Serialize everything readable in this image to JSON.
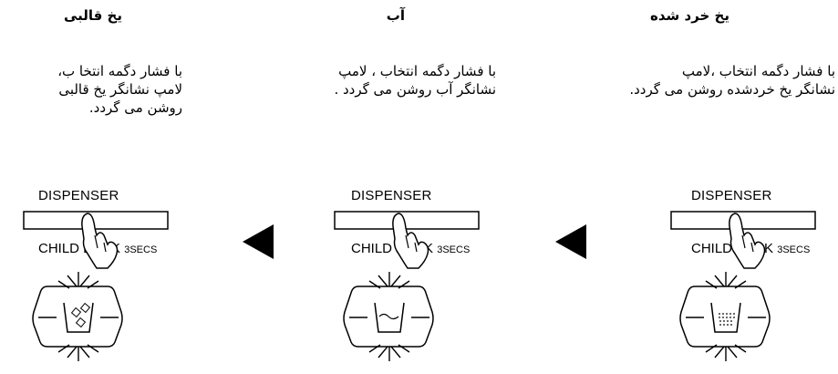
{
  "columns": [
    {
      "title": "یخ قالبی",
      "description_lines": [
        "با فشار دگمه انتخا ب،",
        "لامپ نشانگر یخ قالبی",
        "روشن می گردد."
      ],
      "dispenser_label": "DISPENSER",
      "lock_label": "CHILD LOCK",
      "lock_secs": "3SECS",
      "indicator_icon": "ice-cubes-glass-icon"
    },
    {
      "title": "آب",
      "description_lines": [
        "با فشار دگمه انتخاب ، لامپ",
        "نشانگر آب روشن می گردد ."
      ],
      "dispenser_label": "DISPENSER",
      "lock_label": "CHILD LOCK",
      "lock_secs": "3SECS",
      "indicator_icon": "water-glass-icon"
    },
    {
      "title": "یخ خرد شده",
      "description_lines": [
        "با فشار دگمه انتخاب ،لامپ",
        "نشانگر یخ خردشده روشن می گردد."
      ],
      "dispenser_label": "DISPENSER",
      "lock_label": "CHILD LOCK",
      "lock_secs": "3SECS",
      "indicator_icon": "crushed-ice-glass-icon"
    }
  ],
  "arrows": [
    "left-arrow-icon",
    "left-arrow-icon"
  ]
}
